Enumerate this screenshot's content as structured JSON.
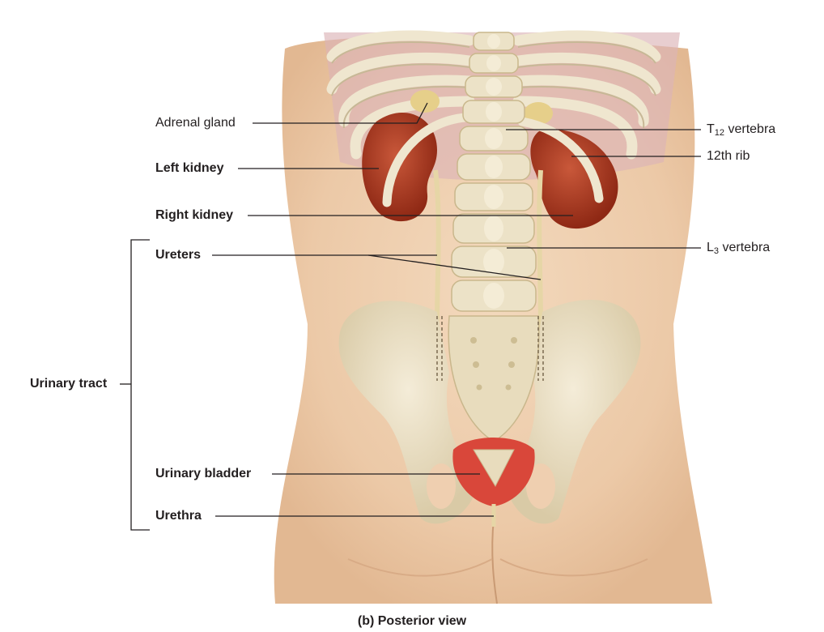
{
  "labels": {
    "adrenal_gland": "Adrenal gland",
    "left_kidney": "Left kidney",
    "right_kidney": "Right kidney",
    "ureters": "Ureters",
    "urinary_tract": "Urinary tract",
    "urinary_bladder": "Urinary  bladder",
    "urethra": "Urethra",
    "t12_letter": "T",
    "t12_sub": "12",
    "t12_rest": " vertebra",
    "rib12": "12th rib",
    "l3_letter": "L",
    "l3_sub": "3",
    "l3_rest": " vertebra"
  },
  "caption": "(b) Posterior view",
  "colors": {
    "skin": "#efcfb0",
    "bone": "#ebe0c4",
    "kidney": "#a8361e",
    "bladder": "#d9473a",
    "leader": "#231f20"
  }
}
